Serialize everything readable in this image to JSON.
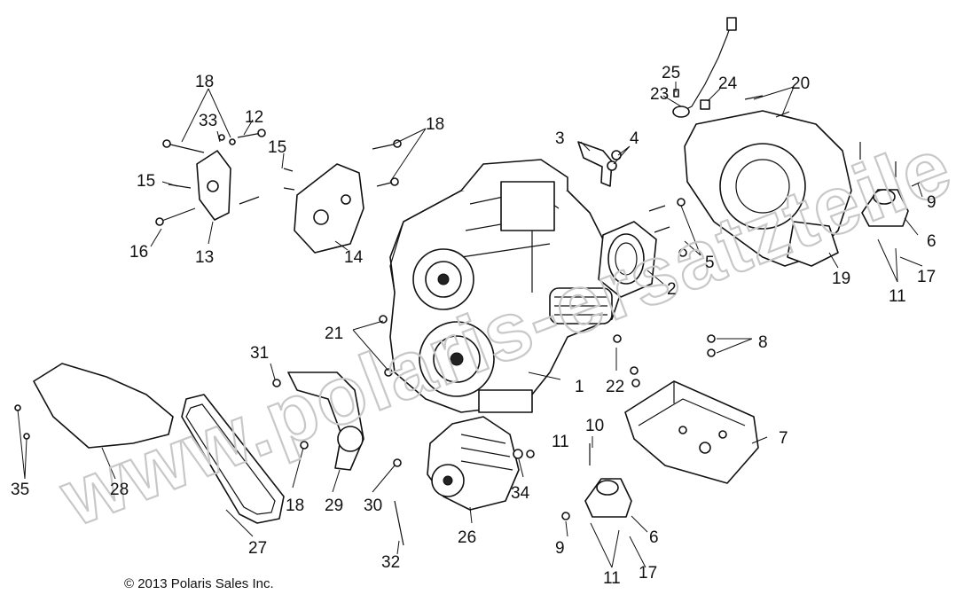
{
  "watermark": "www.polaris-ersatzteile.de",
  "copyright": "© 2013 Polaris Sales Inc.",
  "callouts": [
    "1",
    "2",
    "3",
    "4",
    "5",
    "6",
    "6",
    "7",
    "8",
    "9",
    "9",
    "10",
    "11",
    "11",
    "11",
    "12",
    "13",
    "14",
    "15",
    "15",
    "16",
    "17",
    "17",
    "18",
    "18",
    "18",
    "18",
    "19",
    "20",
    "21",
    "22",
    "23",
    "24",
    "25",
    "26",
    "27",
    "28",
    "29",
    "30",
    "31",
    "32",
    "33",
    "34",
    "35"
  ]
}
